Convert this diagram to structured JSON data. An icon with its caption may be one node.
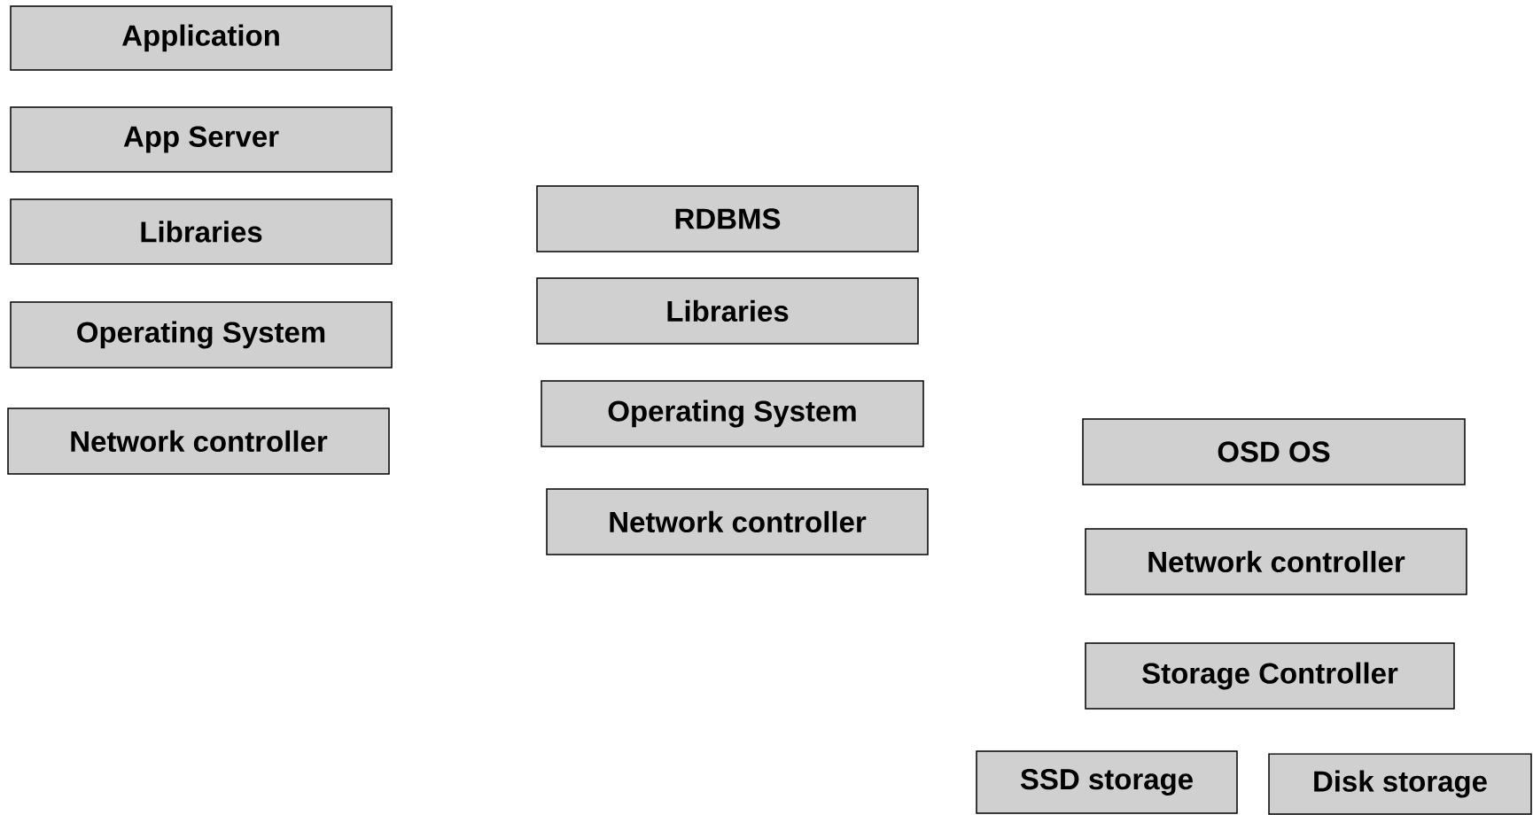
{
  "diagram": {
    "nodes": [
      {
        "text": [
          "Application"
        ]
      },
      {
        "text": [
          "App Server"
        ]
      },
      {
        "text": [
          "Libraries"
        ]
      },
      {
        "text": [
          "Operating System"
        ]
      },
      {
        "text": [
          "Network controller"
        ]
      },
      {
        "text": [
          "RDBMS"
        ]
      },
      {
        "text": [
          "Libraries"
        ]
      },
      {
        "text": [
          "Operating System"
        ]
      },
      {
        "text": [
          "Network controller"
        ]
      },
      {
        "text": [
          "OSD OS"
        ]
      },
      {
        "text": [
          "Network controller"
        ]
      },
      {
        "text": [
          "Storage Controller"
        ]
      },
      {
        "text": [
          "SSD storage"
        ]
      },
      {
        "text": [
          "Disk storage"
        ]
      }
    ]
  }
}
